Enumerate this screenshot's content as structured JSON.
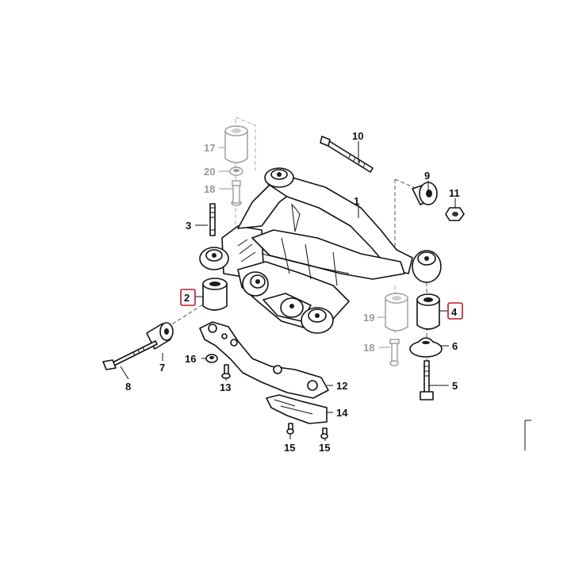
{
  "callouts": {
    "c1": "1",
    "c2": "2",
    "c3": "3",
    "c4": "4",
    "c5": "5",
    "c6": "6",
    "c7": "7",
    "c8": "8",
    "c9": "9",
    "c10": "10",
    "c11": "11",
    "c12": "12",
    "c13": "13",
    "c14": "14",
    "c15a": "15",
    "c15b": "15",
    "c16": "16",
    "c17": "17",
    "c18a": "18",
    "c18b": "18",
    "c19": "19",
    "c20": "20"
  },
  "colors": {
    "ink": "#111111",
    "secondary_grey": "#9a9a9a",
    "highlight_red": "#c0182a",
    "background": "#ffffff"
  }
}
